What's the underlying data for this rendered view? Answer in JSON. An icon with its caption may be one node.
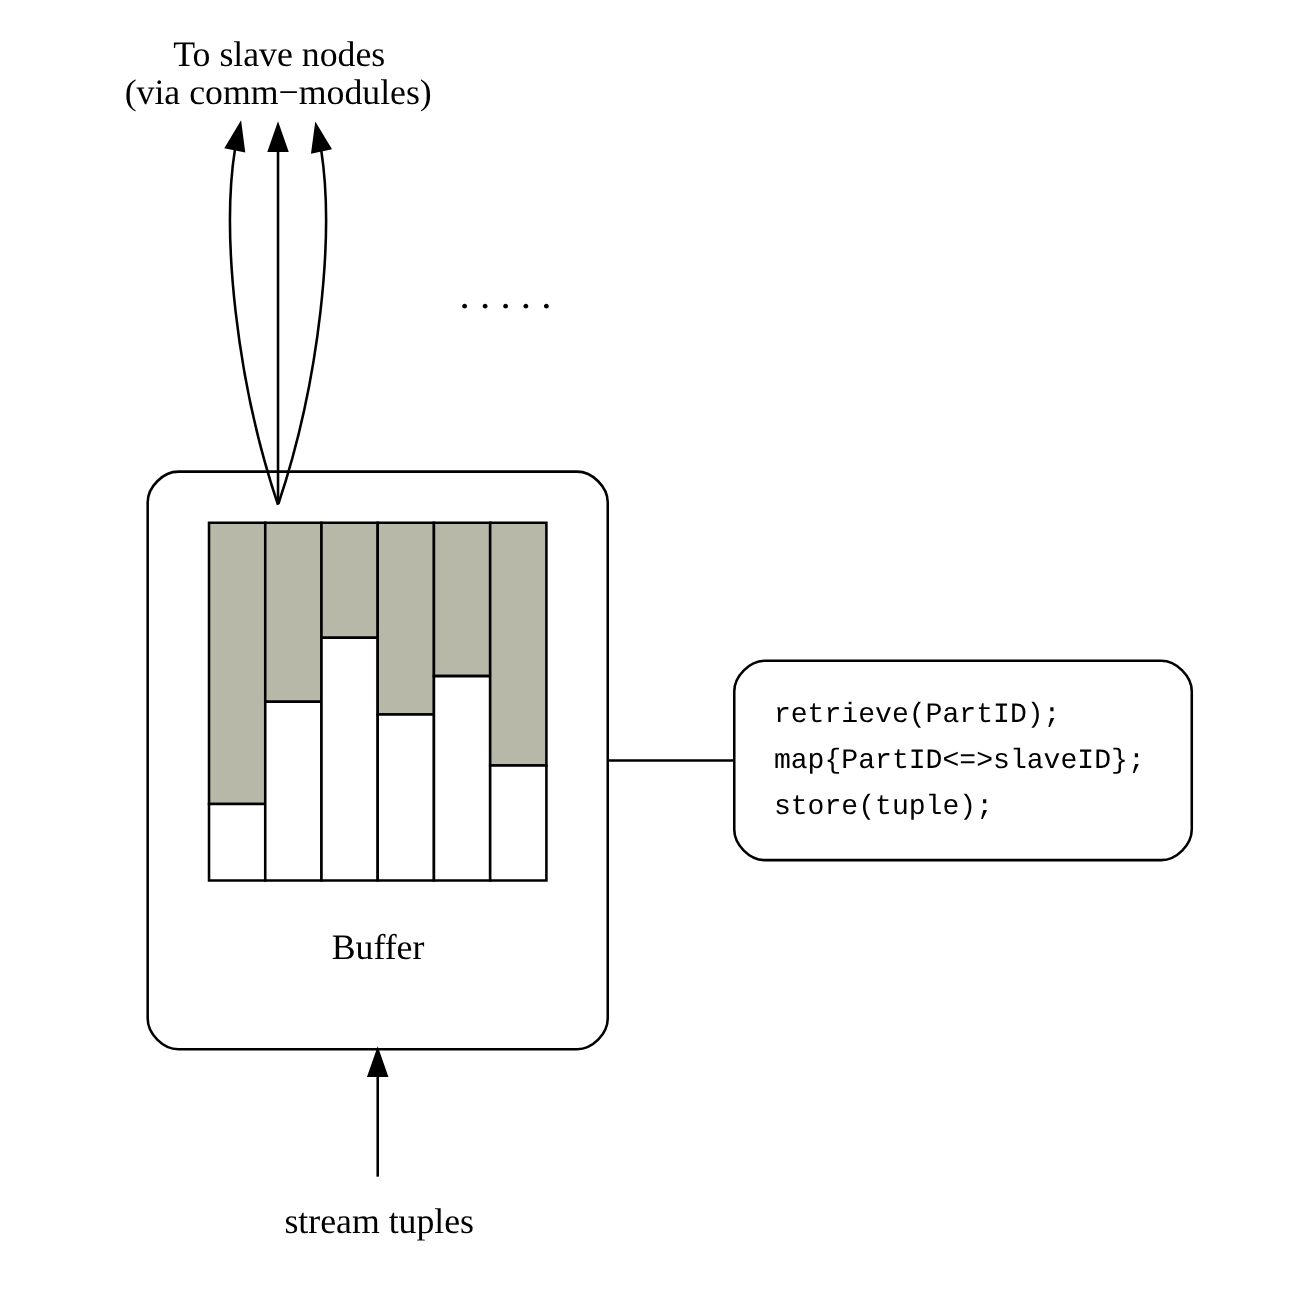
{
  "diagram": {
    "nodes": [
      {
        "text": [
          "Buffer"
        ]
      },
      {
        "text": [
          "retrieve(PartID);",
          "map{PartID<=>slaveID};",
          "store(tuple);"
        ]
      },
      {
        "text": [
          "To slave nodes (via comm−modules)"
        ]
      },
      {
        "text": [
          "stream tuples"
        ]
      }
    ],
    "edges": [
      {
        "from": 3,
        "to": 0,
        "arrow": "to"
      },
      {
        "from": 0,
        "to": 2,
        "arrow": "to"
      },
      {
        "from": 0,
        "to": 2,
        "arrow": "to"
      },
      {
        "from": 0,
        "to": 2,
        "arrow": "to"
      },
      {
        "from": 0,
        "to": 1,
        "arrow": "none"
      }
    ],
    "labels": [
      ". . . . ."
    ]
  }
}
